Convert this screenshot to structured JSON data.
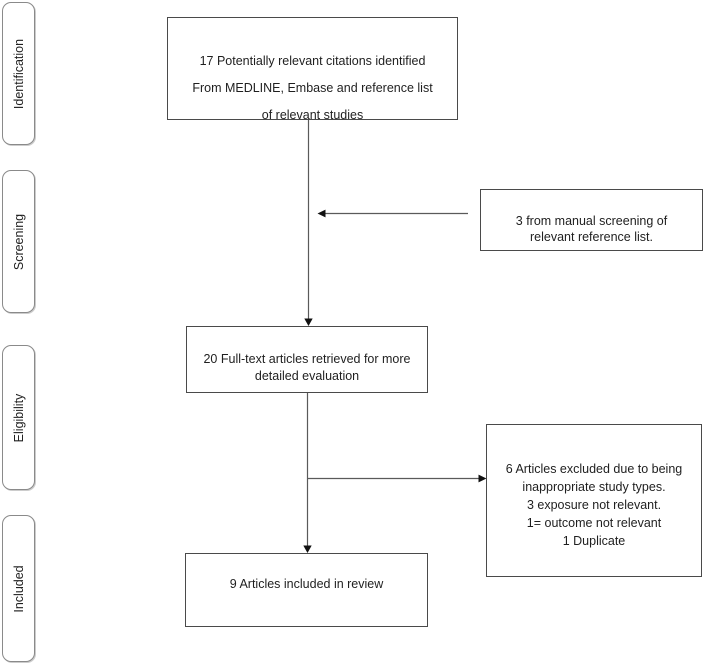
{
  "stages": [
    {
      "label": "Identification"
    },
    {
      "label": "Screening"
    },
    {
      "label": "Eligibility"
    },
    {
      "label": "Included"
    }
  ],
  "boxes": {
    "citations_identified": {
      "text": "17 Potentially relevant citations identified\nFrom MEDLINE, Embase and reference list\nof relevant studies"
    },
    "manual_screening": {
      "text": "3 from manual screening of\nrelevant reference list."
    },
    "fulltext_retrieved": {
      "text": "20 Full-text articles retrieved for more\ndetailed evaluation"
    },
    "articles_excluded": {
      "text": "6 Articles excluded due to being\ninappropriate study types.\n3 exposure not relevant.\n1= outcome not relevant\n1 Duplicate"
    },
    "articles_included": {
      "text": "9 Articles included in review"
    }
  },
  "colors": {
    "background": "#ffffff",
    "box_border": "#4a4a4a",
    "stage_border": "#8a8a8a",
    "text": "#1f1f1f",
    "arrow_line": "#5a5a5a",
    "arrow_head": "#111111"
  }
}
